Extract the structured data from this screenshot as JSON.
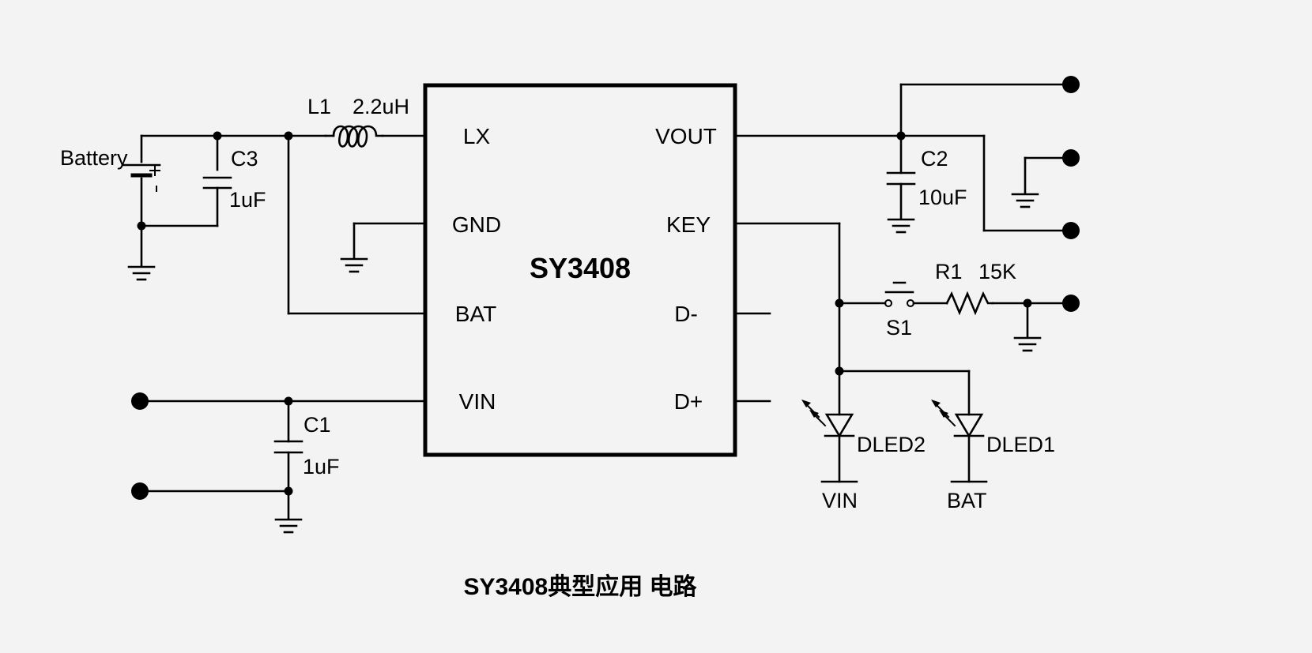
{
  "diagram": {
    "chip_name": "SY3408",
    "caption": "SY3408典型应用 电路",
    "pins": {
      "lx": "LX",
      "gnd": "GND",
      "bat": "BAT",
      "vin": "VIN",
      "vout": "VOUT",
      "key": "KEY",
      "dminus": "D-",
      "dplus": "D+"
    },
    "components": {
      "battery": "Battery",
      "l1": "L1",
      "l1_value": "2.2uH",
      "c3": "C3",
      "c3_value": "1uF",
      "c2": "C2",
      "c2_value": "10uF",
      "c1": "C1",
      "c1_value": "1uF",
      "r1": "R1",
      "r1_value": "15K",
      "s1": "S1",
      "dled2": "DLED2",
      "dled1": "DLED1",
      "dled2_net": "VIN",
      "dled1_net": "BAT"
    }
  }
}
